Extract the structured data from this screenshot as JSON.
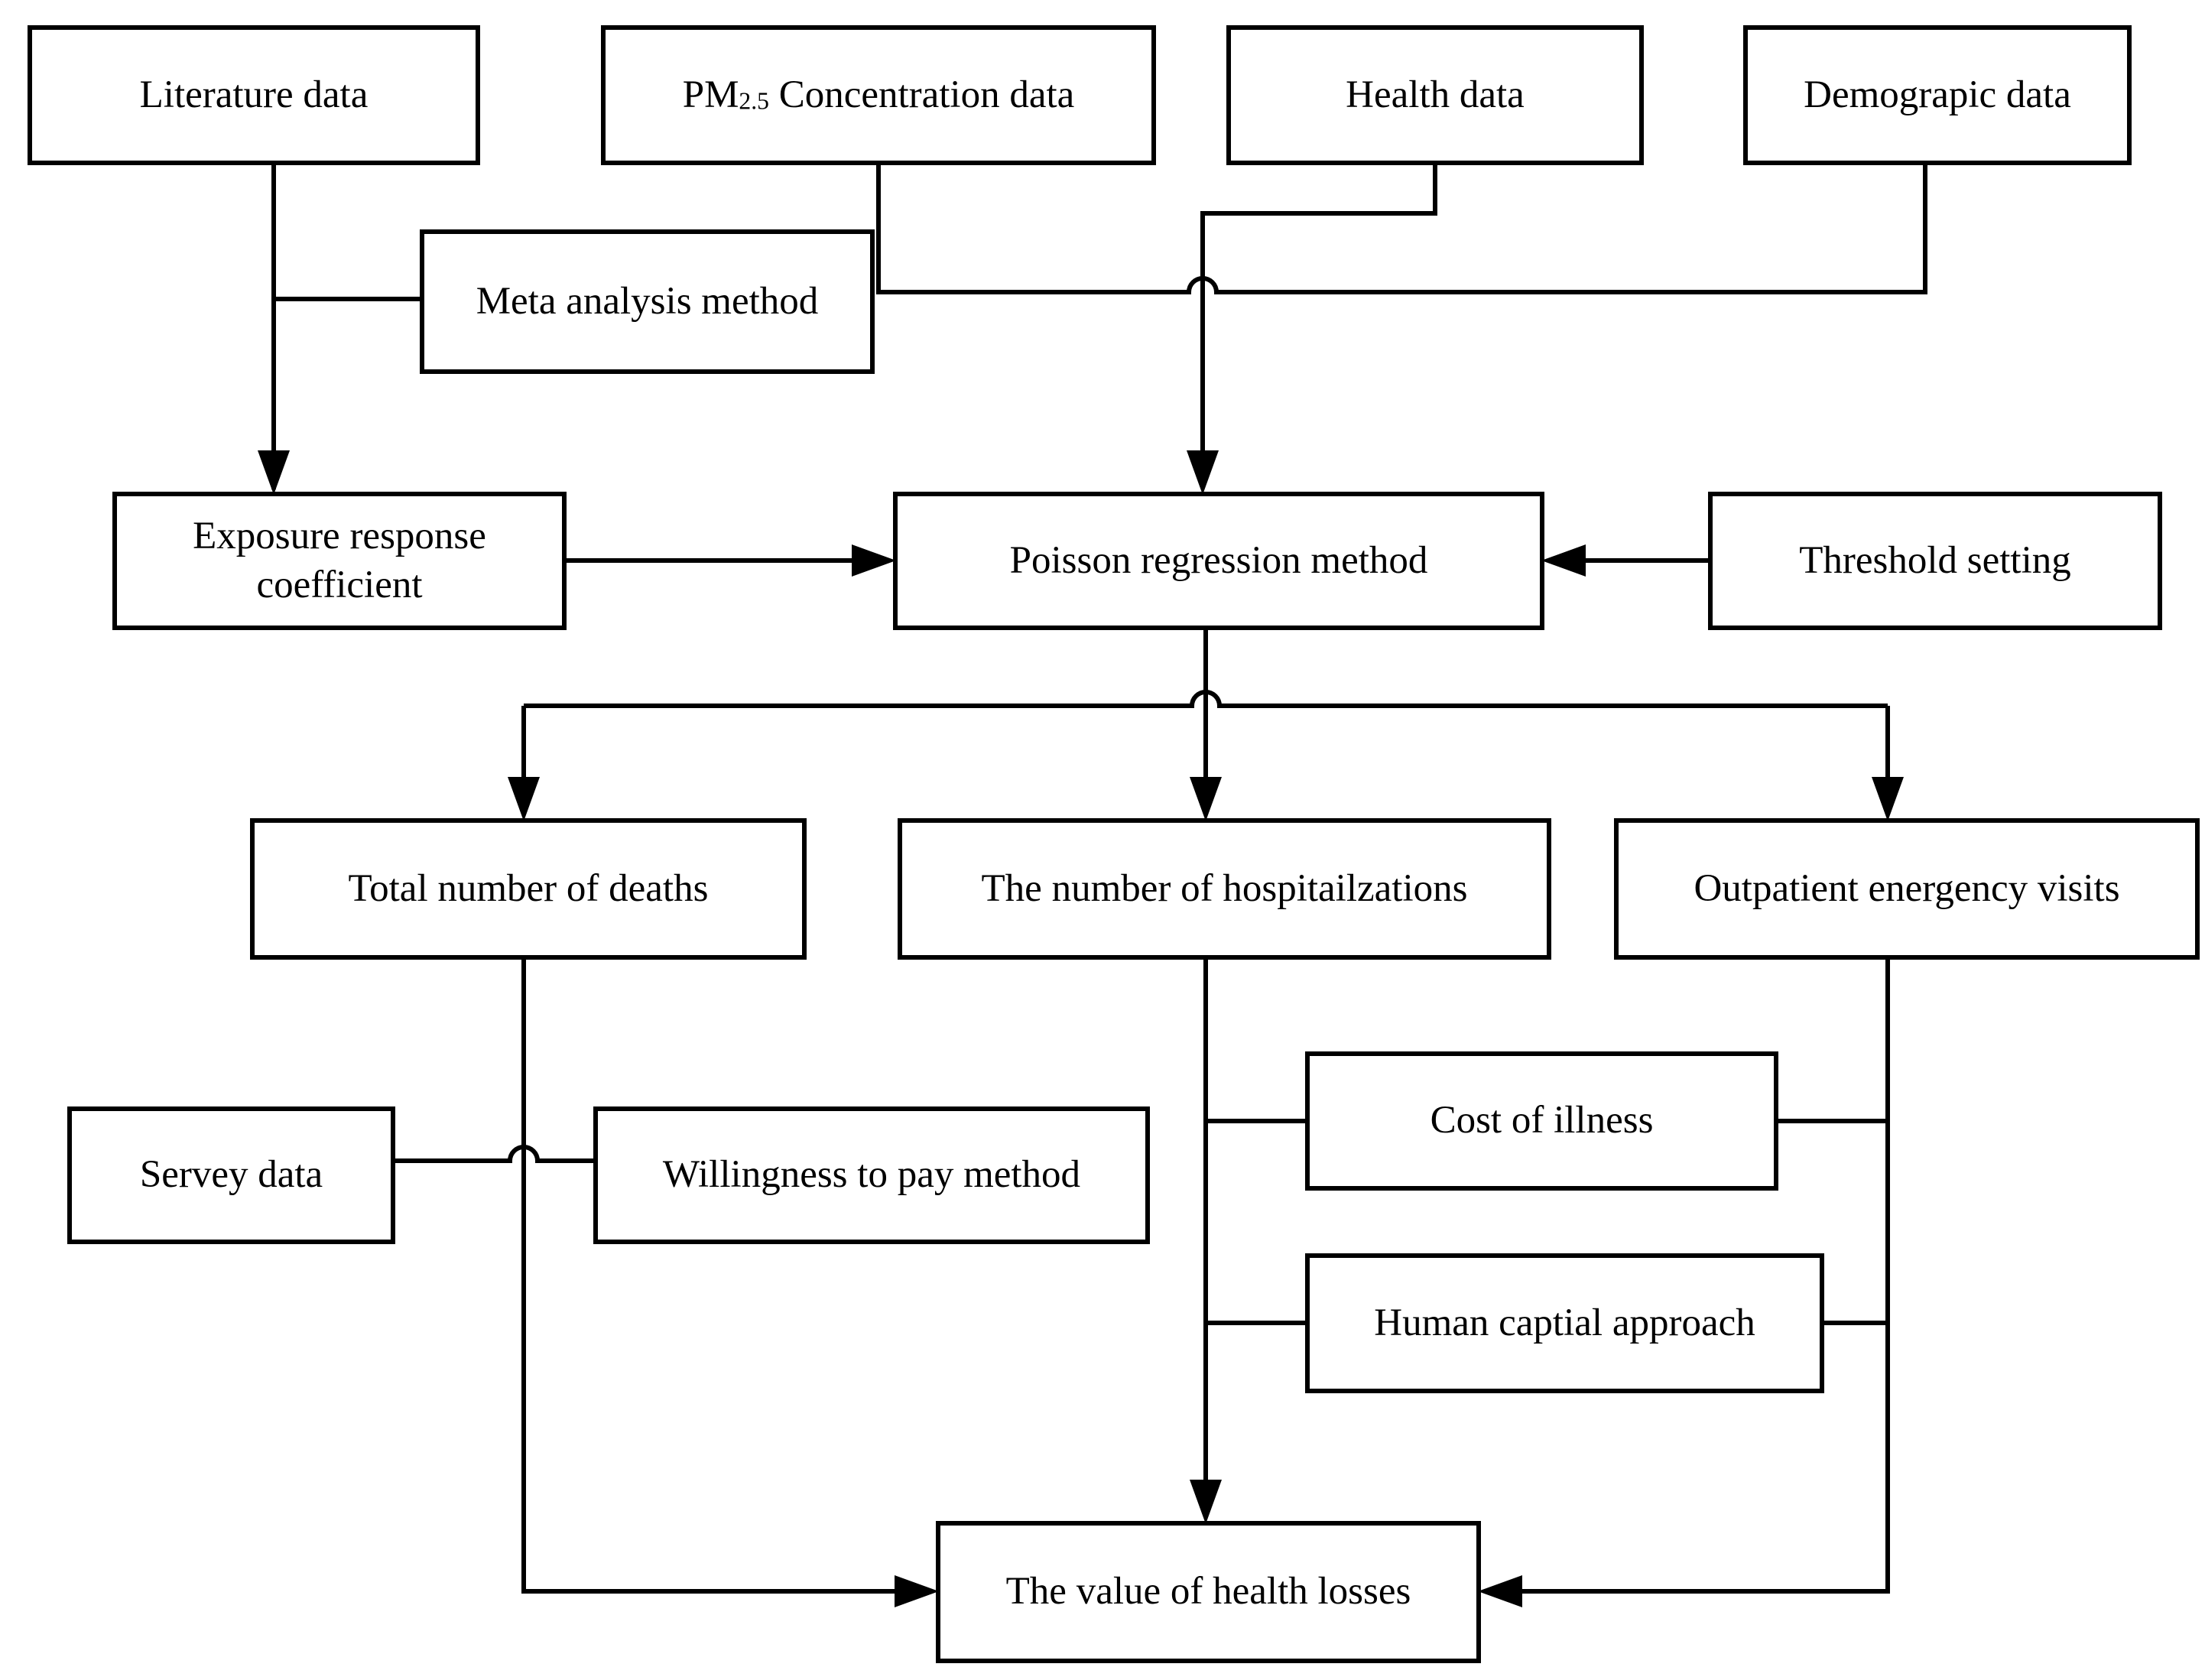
{
  "colors": {
    "ink": "#000000",
    "background": "#ffffff"
  },
  "boxes": {
    "literature": {
      "label": "Literature data"
    },
    "pm25": {
      "label_prefix": "PM",
      "label_sub": "2.5",
      "label_suffix": " Concentration data"
    },
    "health": {
      "label": "Health data"
    },
    "demographic": {
      "label": "Demograpic data"
    },
    "meta": {
      "label": "Meta analysis method"
    },
    "exposure": {
      "label": "Exposure response coefficient"
    },
    "poisson": {
      "label": "Poisson regression method"
    },
    "threshold": {
      "label": "Threshold setting"
    },
    "deaths": {
      "label": "Total number of deaths"
    },
    "hospitalizations": {
      "label": "The number of hospitailzations"
    },
    "outpatient": {
      "label": "Outpatient energency visits"
    },
    "survey": {
      "label": "Servey data"
    },
    "willingness": {
      "label": "Willingness to pay method"
    },
    "cost": {
      "label": "Cost of illness"
    },
    "human_capital": {
      "label": "Human captial approach"
    },
    "value": {
      "label": "The value of health losses"
    }
  }
}
